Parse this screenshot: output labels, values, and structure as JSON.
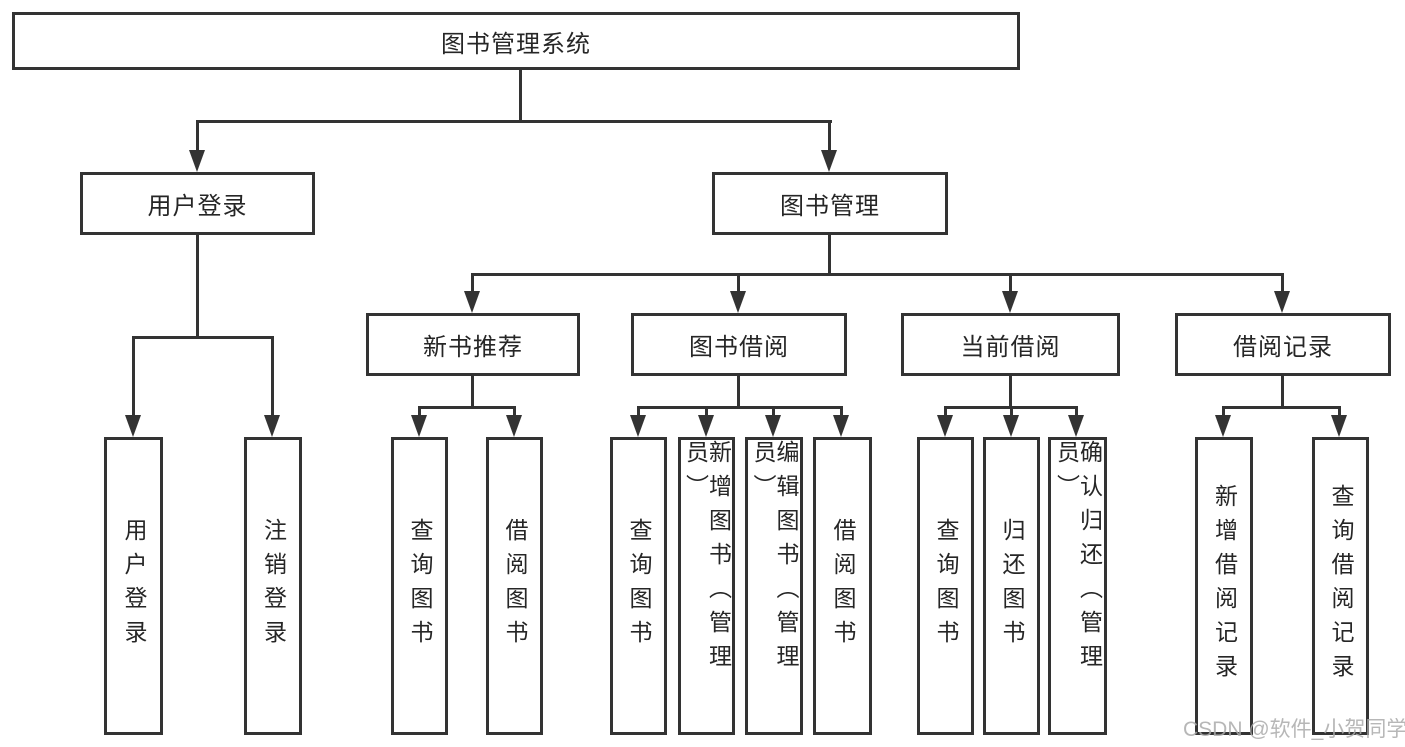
{
  "diagram": {
    "root": {
      "label": "图书管理系统"
    },
    "level2": [
      {
        "label": "用户登录"
      },
      {
        "label": "图书管理"
      }
    ],
    "level3": [
      {
        "label": "新书推荐"
      },
      {
        "label": "图书借阅"
      },
      {
        "label": "当前借阅"
      },
      {
        "label": "借阅记录"
      }
    ],
    "leaves": [
      {
        "label": "用户登录",
        "parent": "用户登录"
      },
      {
        "label": "注销登录",
        "parent": "用户登录"
      },
      {
        "label": "查询图书",
        "parent": "新书推荐"
      },
      {
        "label": "借阅图书",
        "parent": "新书推荐"
      },
      {
        "label": "查询图书",
        "parent": "图书借阅"
      },
      {
        "label": "新增图书（管理员）",
        "parent": "图书借阅"
      },
      {
        "label": "编辑图书（管理员）",
        "parent": "图书借阅"
      },
      {
        "label": "借阅图书",
        "parent": "图书借阅"
      },
      {
        "label": "查询图书",
        "parent": "当前借阅"
      },
      {
        "label": "归还图书",
        "parent": "当前借阅"
      },
      {
        "label": "确认归还（管理员）",
        "parent": "当前借阅"
      },
      {
        "label": "新增借阅记录",
        "parent": "借阅记录"
      },
      {
        "label": "查询借阅记录",
        "parent": "借阅记录"
      }
    ]
  },
  "watermark": {
    "text": "CSDN @软件_小贺同学"
  },
  "colors": {
    "line": "#333333",
    "text": "#262626",
    "watermark": "#ababab",
    "background": "#ffffff"
  }
}
